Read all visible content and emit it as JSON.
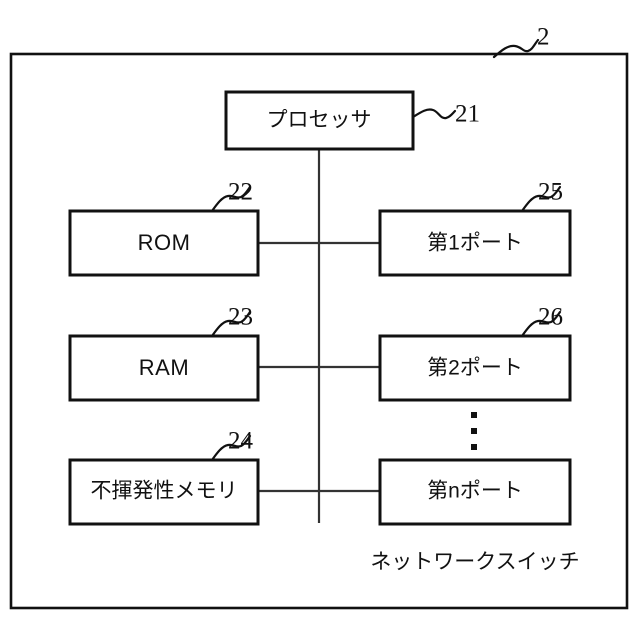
{
  "figure": {
    "outer_label": "2",
    "caption": "ネットワークスイッチ"
  },
  "blocks": {
    "processor": {
      "label": "プロセッサ",
      "ref": "21"
    },
    "rom": {
      "label": "ROM",
      "ref": "22"
    },
    "ram": {
      "label": "RAM",
      "ref": "23"
    },
    "nvram": {
      "label": "不揮発性メモリ",
      "ref": "24"
    },
    "port1": {
      "label": "第1ポート",
      "ref": "25"
    },
    "port2": {
      "label": "第2ポート",
      "ref": "26"
    },
    "portn": {
      "label": "第nポート",
      "ref": ""
    }
  },
  "ellipsis": "⋮",
  "colors": {
    "line": "#111111",
    "connector": "#333333",
    "background": "#ffffff"
  }
}
